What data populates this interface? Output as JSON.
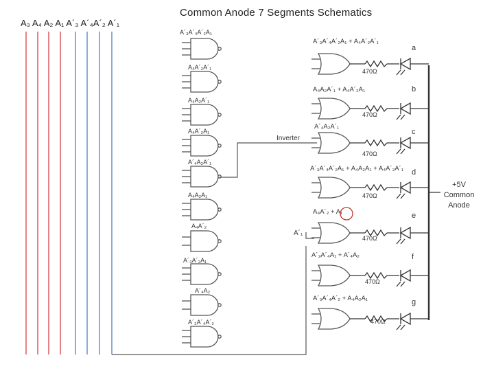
{
  "title": "Common Anode 7 Segments Schematics",
  "input_header": "A₃ A₄ A₂ A₁ A´₃ A´₄A´₂ A´₁",
  "input_lines": [
    {
      "color": "#d24040"
    },
    {
      "color": "#d24040"
    },
    {
      "color": "#d24040"
    },
    {
      "color": "#d24040"
    },
    {
      "color": "#4f7fc2"
    },
    {
      "color": "#4f7fc2"
    },
    {
      "color": "#4f7fc2"
    },
    {
      "color": "#4f7fc2"
    }
  ],
  "left_gate_labels": [
    "A´₃A´₄A´₂A₁",
    "A₄A´₂A´₁",
    "A₄A₂A´₁",
    "A₄A´₂A₁",
    "A´₄A₂A´₁",
    "A₄A₂A₁",
    "A₄A´₂",
    "A´₃A´₂A₁",
    "A´₄A₂",
    "A´₃A´₄A´₂"
  ],
  "segments": [
    {
      "letter": "a",
      "expression": "A´₃A´₄A´₂A₁ + A₄A´₂A´₁",
      "resistor": "470Ω"
    },
    {
      "letter": "b",
      "expression": "A₄A₂A´₁ + A₄A´₂A₁",
      "resistor": "470Ω"
    },
    {
      "letter": "c",
      "expression": "A´₄A₂A´₁",
      "resistor": "470Ω"
    },
    {
      "letter": "d",
      "expression": "A´₃A´₄A´₂A₁ + A₄A₂A₁ + A₄A´₂A´₁",
      "resistor": "470Ω"
    },
    {
      "letter": "e",
      "expression": "A₄A´₂ + A₁",
      "resistor": "470Ω"
    },
    {
      "letter": "f",
      "expression": "A´₃A´₄A₁ + A´₄A₂",
      "resistor": "470Ω"
    },
    {
      "letter": "g",
      "expression": "A´₃A´₄A´₂ + A₄A₂A₁",
      "resistor": "470Ω"
    }
  ],
  "inverter_label": "Inverter",
  "inverter_output": "A´₁",
  "supply": {
    "voltage": "+5V",
    "line1": "Common",
    "line2": "Anode"
  }
}
